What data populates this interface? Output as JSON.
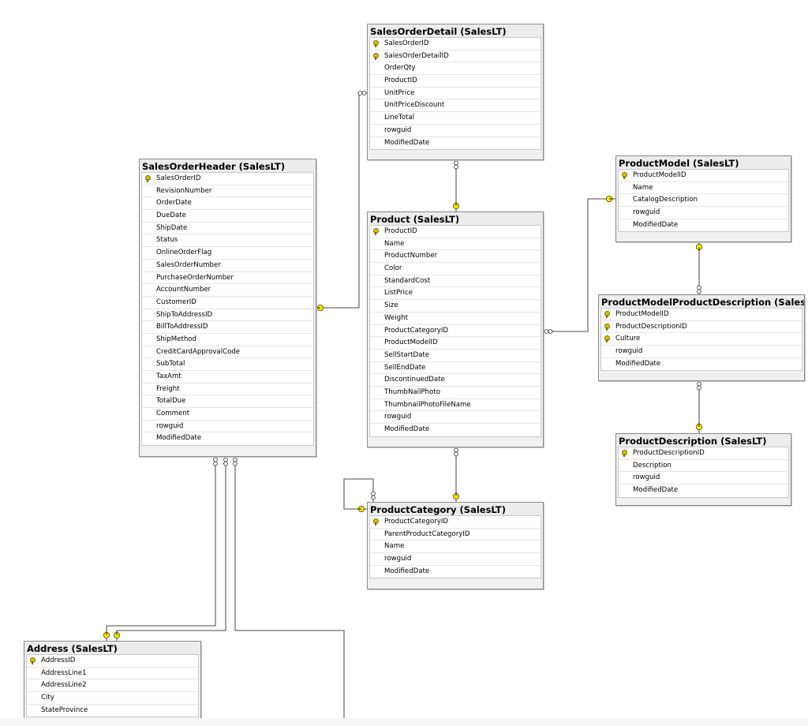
{
  "tables": {
    "sales_order_detail": {
      "title": "SalesOrderDetail (SalesLT)",
      "columns": [
        {
          "name": "SalesOrderID",
          "key": true
        },
        {
          "name": "SalesOrderDetailID",
          "key": true
        },
        {
          "name": "OrderQty",
          "key": false
        },
        {
          "name": "ProductID",
          "key": false
        },
        {
          "name": "UnitPrice",
          "key": false
        },
        {
          "name": "UnitPriceDiscount",
          "key": false
        },
        {
          "name": "LineTotal",
          "key": false
        },
        {
          "name": "rowguid",
          "key": false
        },
        {
          "name": "ModifiedDate",
          "key": false
        }
      ]
    },
    "sales_order_header": {
      "title": "SalesOrderHeader (SalesLT)",
      "columns": [
        {
          "name": "SalesOrderID",
          "key": true
        },
        {
          "name": "RevisionNumber",
          "key": false
        },
        {
          "name": "OrderDate",
          "key": false
        },
        {
          "name": "DueDate",
          "key": false
        },
        {
          "name": "ShipDate",
          "key": false
        },
        {
          "name": "Status",
          "key": false
        },
        {
          "name": "OnlineOrderFlag",
          "key": false
        },
        {
          "name": "SalesOrderNumber",
          "key": false
        },
        {
          "name": "PurchaseOrderNumber",
          "key": false
        },
        {
          "name": "AccountNumber",
          "key": false
        },
        {
          "name": "CustomerID",
          "key": false
        },
        {
          "name": "ShipToAddressID",
          "key": false
        },
        {
          "name": "BillToAddressID",
          "key": false
        },
        {
          "name": "ShipMethod",
          "key": false
        },
        {
          "name": "CreditCardApprovalCode",
          "key": false
        },
        {
          "name": "SubTotal",
          "key": false
        },
        {
          "name": "TaxAmt",
          "key": false
        },
        {
          "name": "Freight",
          "key": false
        },
        {
          "name": "TotalDue",
          "key": false
        },
        {
          "name": "Comment",
          "key": false
        },
        {
          "name": "rowguid",
          "key": false
        },
        {
          "name": "ModifiedDate",
          "key": false
        }
      ]
    },
    "product": {
      "title": "Product (SalesLT)",
      "columns": [
        {
          "name": "ProductID",
          "key": true
        },
        {
          "name": "Name",
          "key": false
        },
        {
          "name": "ProductNumber",
          "key": false
        },
        {
          "name": "Color",
          "key": false
        },
        {
          "name": "StandardCost",
          "key": false
        },
        {
          "name": "ListPrice",
          "key": false
        },
        {
          "name": "Size",
          "key": false
        },
        {
          "name": "Weight",
          "key": false
        },
        {
          "name": "ProductCategoryID",
          "key": false
        },
        {
          "name": "ProductModelID",
          "key": false
        },
        {
          "name": "SellStartDate",
          "key": false
        },
        {
          "name": "SellEndDate",
          "key": false
        },
        {
          "name": "DiscontinuedDate",
          "key": false
        },
        {
          "name": "ThumbNailPhoto",
          "key": false
        },
        {
          "name": "ThumbnailPhotoFileName",
          "key": false
        },
        {
          "name": "rowguid",
          "key": false
        },
        {
          "name": "ModifiedDate",
          "key": false
        }
      ]
    },
    "product_model": {
      "title": "ProductModel (SalesLT)",
      "columns": [
        {
          "name": "ProductModelID",
          "key": true
        },
        {
          "name": "Name",
          "key": false
        },
        {
          "name": "CatalogDescription",
          "key": false
        },
        {
          "name": "rowguid",
          "key": false
        },
        {
          "name": "ModifiedDate",
          "key": false
        }
      ]
    },
    "product_model_product_description": {
      "title": "ProductModelProductDescription (SalesLT)",
      "columns": [
        {
          "name": "ProductModelID",
          "key": true
        },
        {
          "name": "ProductDescriptionID",
          "key": true
        },
        {
          "name": "Culture",
          "key": true
        },
        {
          "name": "rowguid",
          "key": false
        },
        {
          "name": "ModifiedDate",
          "key": false
        }
      ]
    },
    "product_description": {
      "title": "ProductDescription (SalesLT)",
      "columns": [
        {
          "name": "ProductDescriptionID",
          "key": true
        },
        {
          "name": "Description",
          "key": false
        },
        {
          "name": "rowguid",
          "key": false
        },
        {
          "name": "ModifiedDate",
          "key": false
        }
      ]
    },
    "product_category": {
      "title": "ProductCategory (SalesLT)",
      "columns": [
        {
          "name": "ProductCategoryID",
          "key": true
        },
        {
          "name": "ParentProductCategoryID",
          "key": false
        },
        {
          "name": "Name",
          "key": false
        },
        {
          "name": "rowguid",
          "key": false
        },
        {
          "name": "ModifiedDate",
          "key": false
        }
      ]
    },
    "address": {
      "title": "Address (SalesLT)",
      "columns": [
        {
          "name": "AddressID",
          "key": true
        },
        {
          "name": "AddressLine1",
          "key": false
        },
        {
          "name": "AddressLine2",
          "key": false
        },
        {
          "name": "City",
          "key": false
        },
        {
          "name": "StateProvince",
          "key": false
        }
      ]
    }
  },
  "relationships": [
    {
      "from": "sales_order_detail",
      "to": "sales_order_header",
      "from_end": "many",
      "to_end": "one"
    },
    {
      "from": "sales_order_detail",
      "to": "product",
      "from_end": "many",
      "to_end": "one"
    },
    {
      "from": "product",
      "to": "product_model",
      "from_end": "many",
      "to_end": "one"
    },
    {
      "from": "product",
      "to": "product_category",
      "from_end": "many",
      "to_end": "one"
    },
    {
      "from": "product_model_product_description",
      "to": "product_model",
      "from_end": "many",
      "to_end": "one"
    },
    {
      "from": "product_model_product_description",
      "to": "product_description",
      "from_end": "many",
      "to_end": "one"
    },
    {
      "from": "product_category",
      "to": "product_category",
      "from_end": "many",
      "to_end": "one"
    },
    {
      "from": "sales_order_header",
      "to": "address",
      "from_end": "many",
      "to_end": "one"
    },
    {
      "from": "sales_order_header",
      "to": "address",
      "from_end": "many",
      "to_end": "one"
    }
  ],
  "colors": {
    "canvas": "#ffffff",
    "table_header": "#ececec",
    "table_border": "#8a8a8a",
    "connector": "#6e6e6e",
    "key_icon": "#d8c200",
    "one_end_marker": "#ffee00"
  }
}
